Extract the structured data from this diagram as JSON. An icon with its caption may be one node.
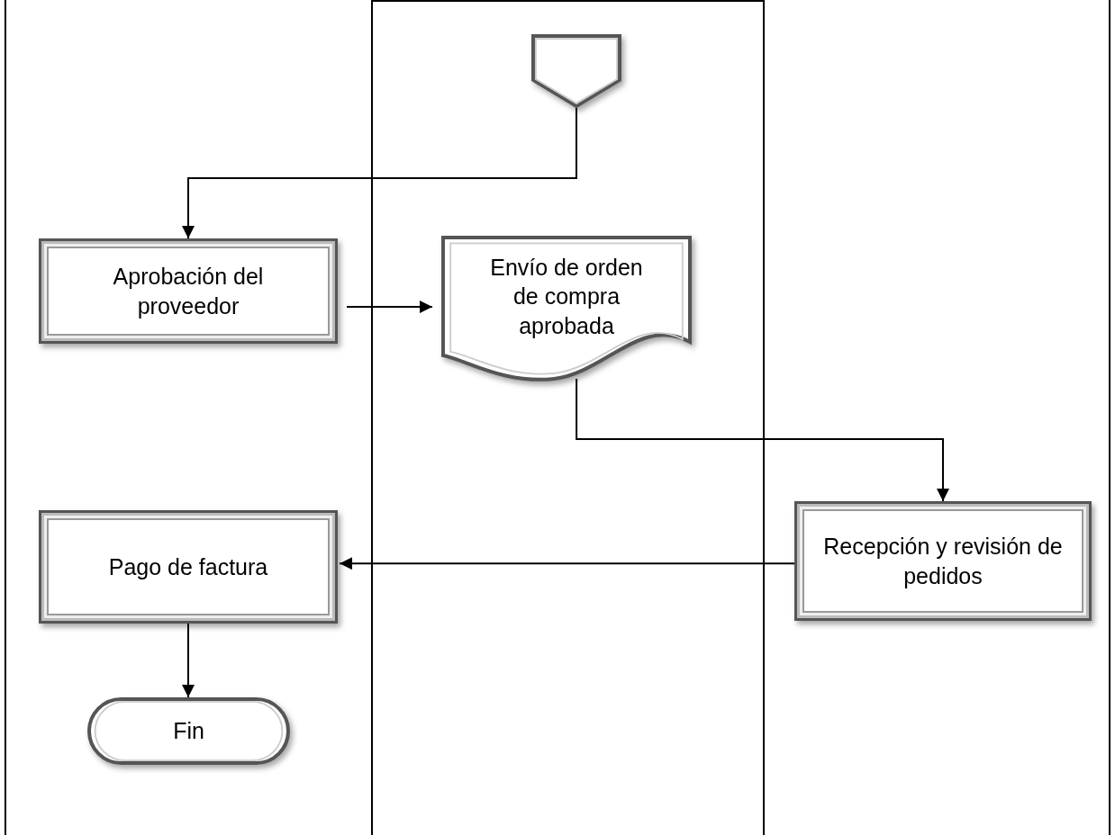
{
  "diagram": {
    "nodes": [
      {
        "text": [],
        "shape": "pentagon"
      },
      {
        "text": [
          "Aprobación del proveedor"
        ]
      },
      {
        "text": [
          "Envío de orden de compra aprobada"
        ]
      },
      {
        "text": [
          "Recepción y revisión de pedidos"
        ]
      },
      {
        "text": [
          "Pago de factura"
        ]
      },
      {
        "text": [
          "Fin"
        ]
      }
    ],
    "edges": [
      {
        "from": 0,
        "to": 1,
        "arrow": "to"
      },
      {
        "from": 1,
        "to": 2,
        "arrow": "to"
      },
      {
        "from": 2,
        "to": 3,
        "arrow": "to"
      },
      {
        "from": 3,
        "to": 4,
        "arrow": "to"
      },
      {
        "from": 4,
        "to": 5,
        "arrow": "to"
      }
    ]
  }
}
